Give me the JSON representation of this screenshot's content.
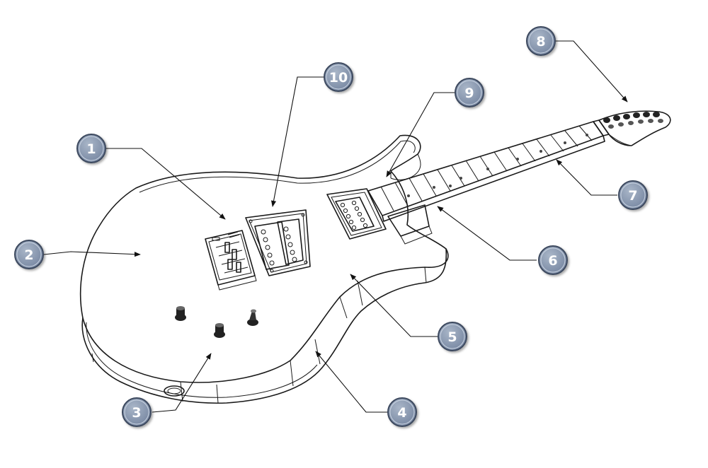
{
  "callouts": [
    {
      "label": "1"
    },
    {
      "label": "2"
    },
    {
      "label": "3"
    },
    {
      "label": "4"
    },
    {
      "label": "5"
    },
    {
      "label": "6"
    },
    {
      "label": "7"
    },
    {
      "label": "8"
    },
    {
      "label": "9"
    },
    {
      "label": "10"
    }
  ],
  "colors": {
    "badge_fill": "#8797ae",
    "badge_stroke": "#3c4a5e",
    "badge_text": "#ffffff",
    "line": "#1a1a1a"
  }
}
